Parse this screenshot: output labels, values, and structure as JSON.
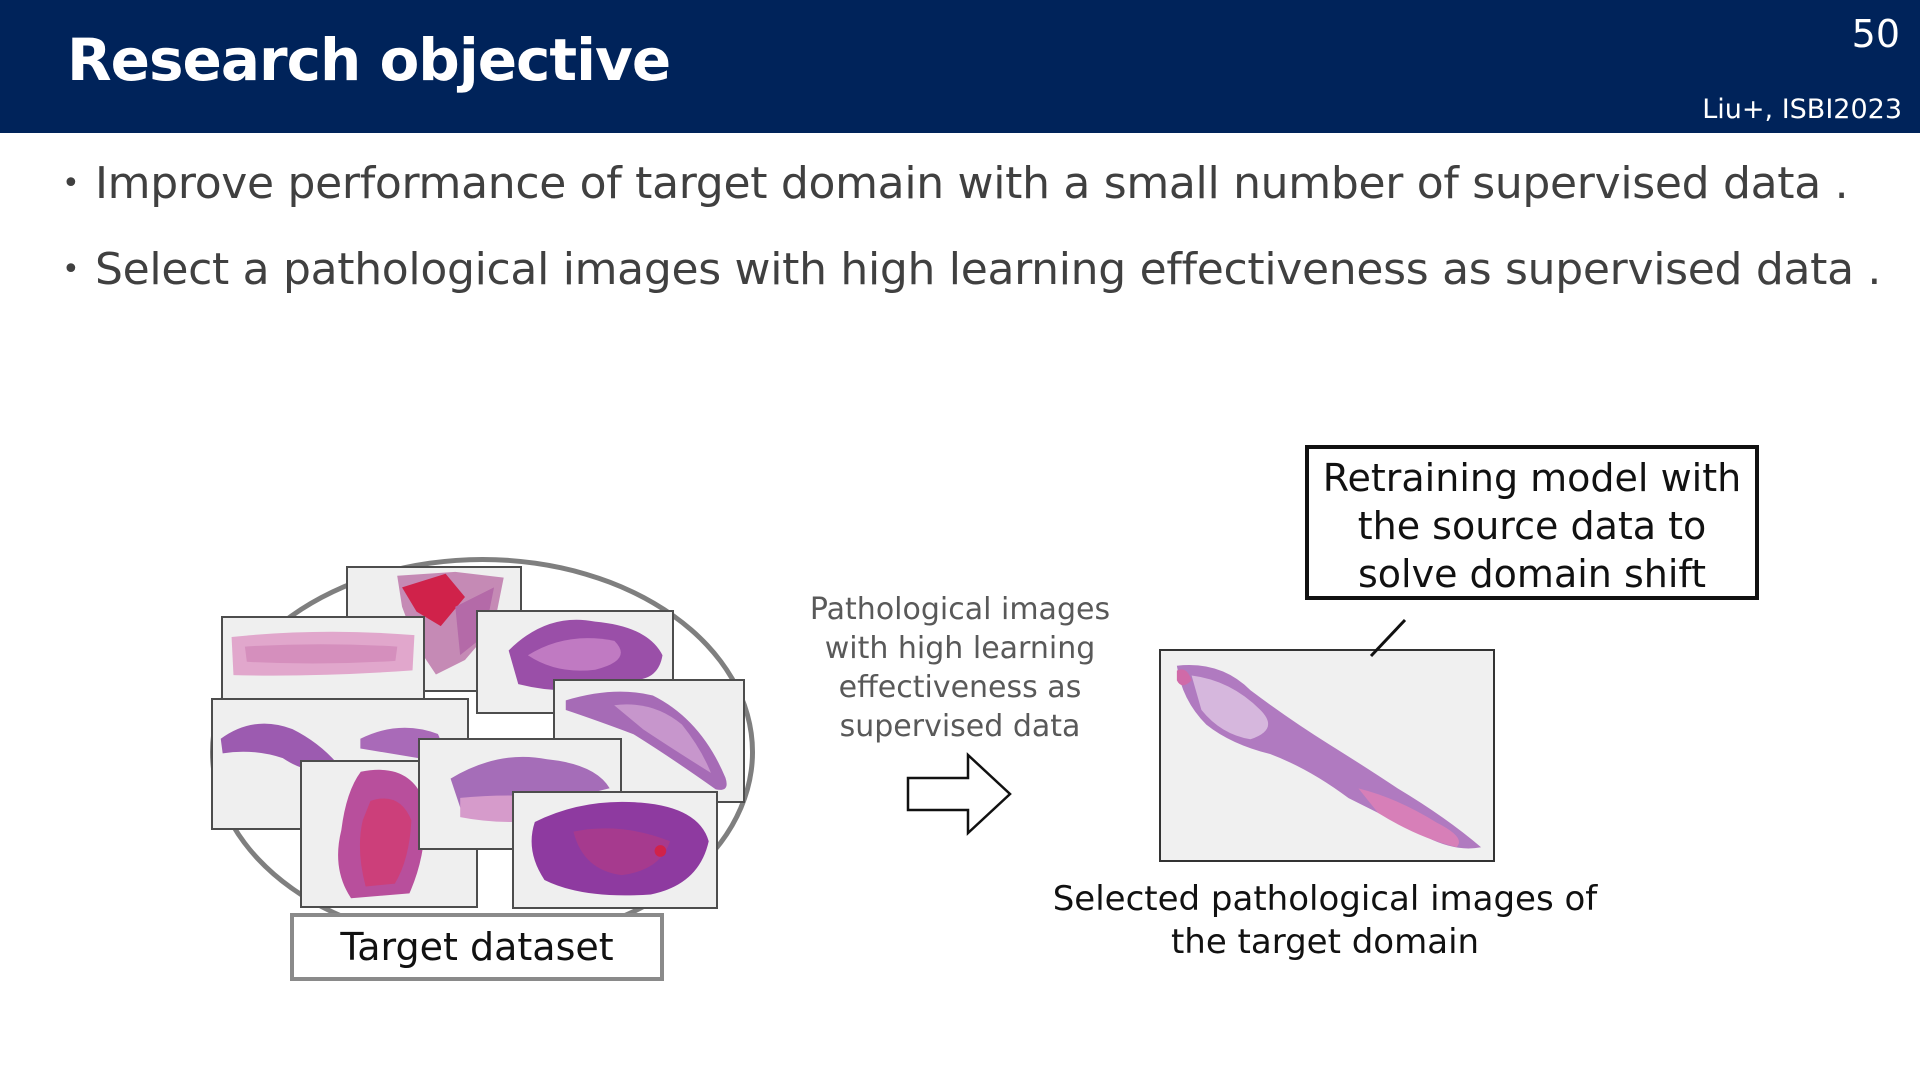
{
  "header": {
    "title": "Research objective",
    "page_number": "50",
    "citation": "Liu+, ISBI2023"
  },
  "bullets": [
    "Improve performance of target domain with a small number of supervised data .",
    "Select a pathological images with high learning effectiveness as supervised data ."
  ],
  "diagram": {
    "target_dataset_label": "Target dataset",
    "arrow_caption_lines": [
      "Pathological images",
      "with high learning",
      "effectiveness as",
      "supervised data"
    ],
    "selected_caption_lines": [
      "Selected pathological images of",
      "the target domain"
    ],
    "retraining_lines": [
      "Retraining model with",
      "the source data to",
      "solve domain shift"
    ]
  },
  "colors": {
    "header_bg": "#00235a",
    "tissue_pink": "#d98fc4",
    "tissue_purple": "#8e4aa8",
    "tissue_red": "#d0224a"
  }
}
